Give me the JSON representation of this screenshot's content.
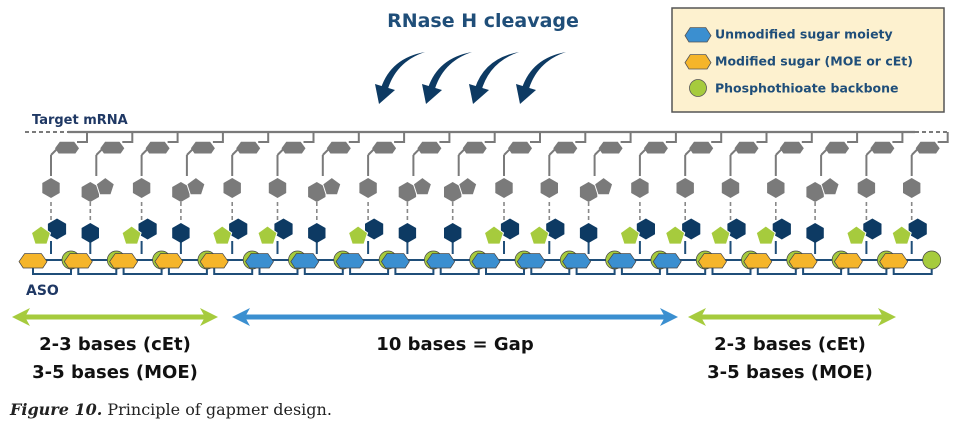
{
  "title": "RNase H cleavage",
  "target_label": "Target mRNA",
  "aso_label": "ASO",
  "legend": {
    "items": [
      {
        "icon": "pentagon",
        "color": "#3b8fd0",
        "label": "Unmodified sugar moiety"
      },
      {
        "icon": "pentagon",
        "color": "#f5b52a",
        "label": "Modified sugar (MOE or cEt)"
      },
      {
        "icon": "circle",
        "color": "#a6cb3d",
        "label": "Phosphothioate backbone"
      }
    ],
    "background": "#fdf1cf"
  },
  "strand": {
    "sugars": [
      "modified",
      "modified",
      "modified",
      "modified",
      "modified",
      "unmodified",
      "unmodified",
      "unmodified",
      "unmodified",
      "unmodified",
      "unmodified",
      "unmodified",
      "unmodified",
      "unmodified",
      "unmodified",
      "modified",
      "modified",
      "modified",
      "modified",
      "modified"
    ],
    "aso_bases": [
      "purine",
      "pyrimidine",
      "purine",
      "pyrimidine",
      "purine",
      "purine",
      "pyrimidine",
      "purine",
      "pyrimidine",
      "pyrimidine",
      "purine",
      "purine",
      "pyrimidine",
      "purine",
      "purine",
      "purine",
      "purine",
      "pyrimidine",
      "purine",
      "purine"
    ]
  },
  "regions": [
    {
      "name": "left-wing",
      "line1": "2-3 bases (cEt)",
      "line2": "3-5 bases (MOE)",
      "color": "#a6cb3d"
    },
    {
      "name": "gap",
      "line1": "10 bases = Gap",
      "line2": "",
      "color": "#3b8fd0"
    },
    {
      "name": "right-wing",
      "line1": "2-3 bases (cEt)",
      "line2": "3-5 bases (MOE)",
      "color": "#a6cb3d"
    }
  ],
  "colors": {
    "modified": "#f5b52a",
    "unmodified": "#3b8fd0",
    "backbone": "#a6cb3d",
    "aso_base_purine_ring": "#a6cb3d",
    "aso_base_hex": "#0d3a63",
    "mrna": "#7a7a7a",
    "linker": "#1f4e79",
    "arrow": "#0d3a63"
  },
  "cleavage_arrows": 4,
  "caption": {
    "figure": "Figure 10.",
    "text": "Principle of gapmer design."
  }
}
